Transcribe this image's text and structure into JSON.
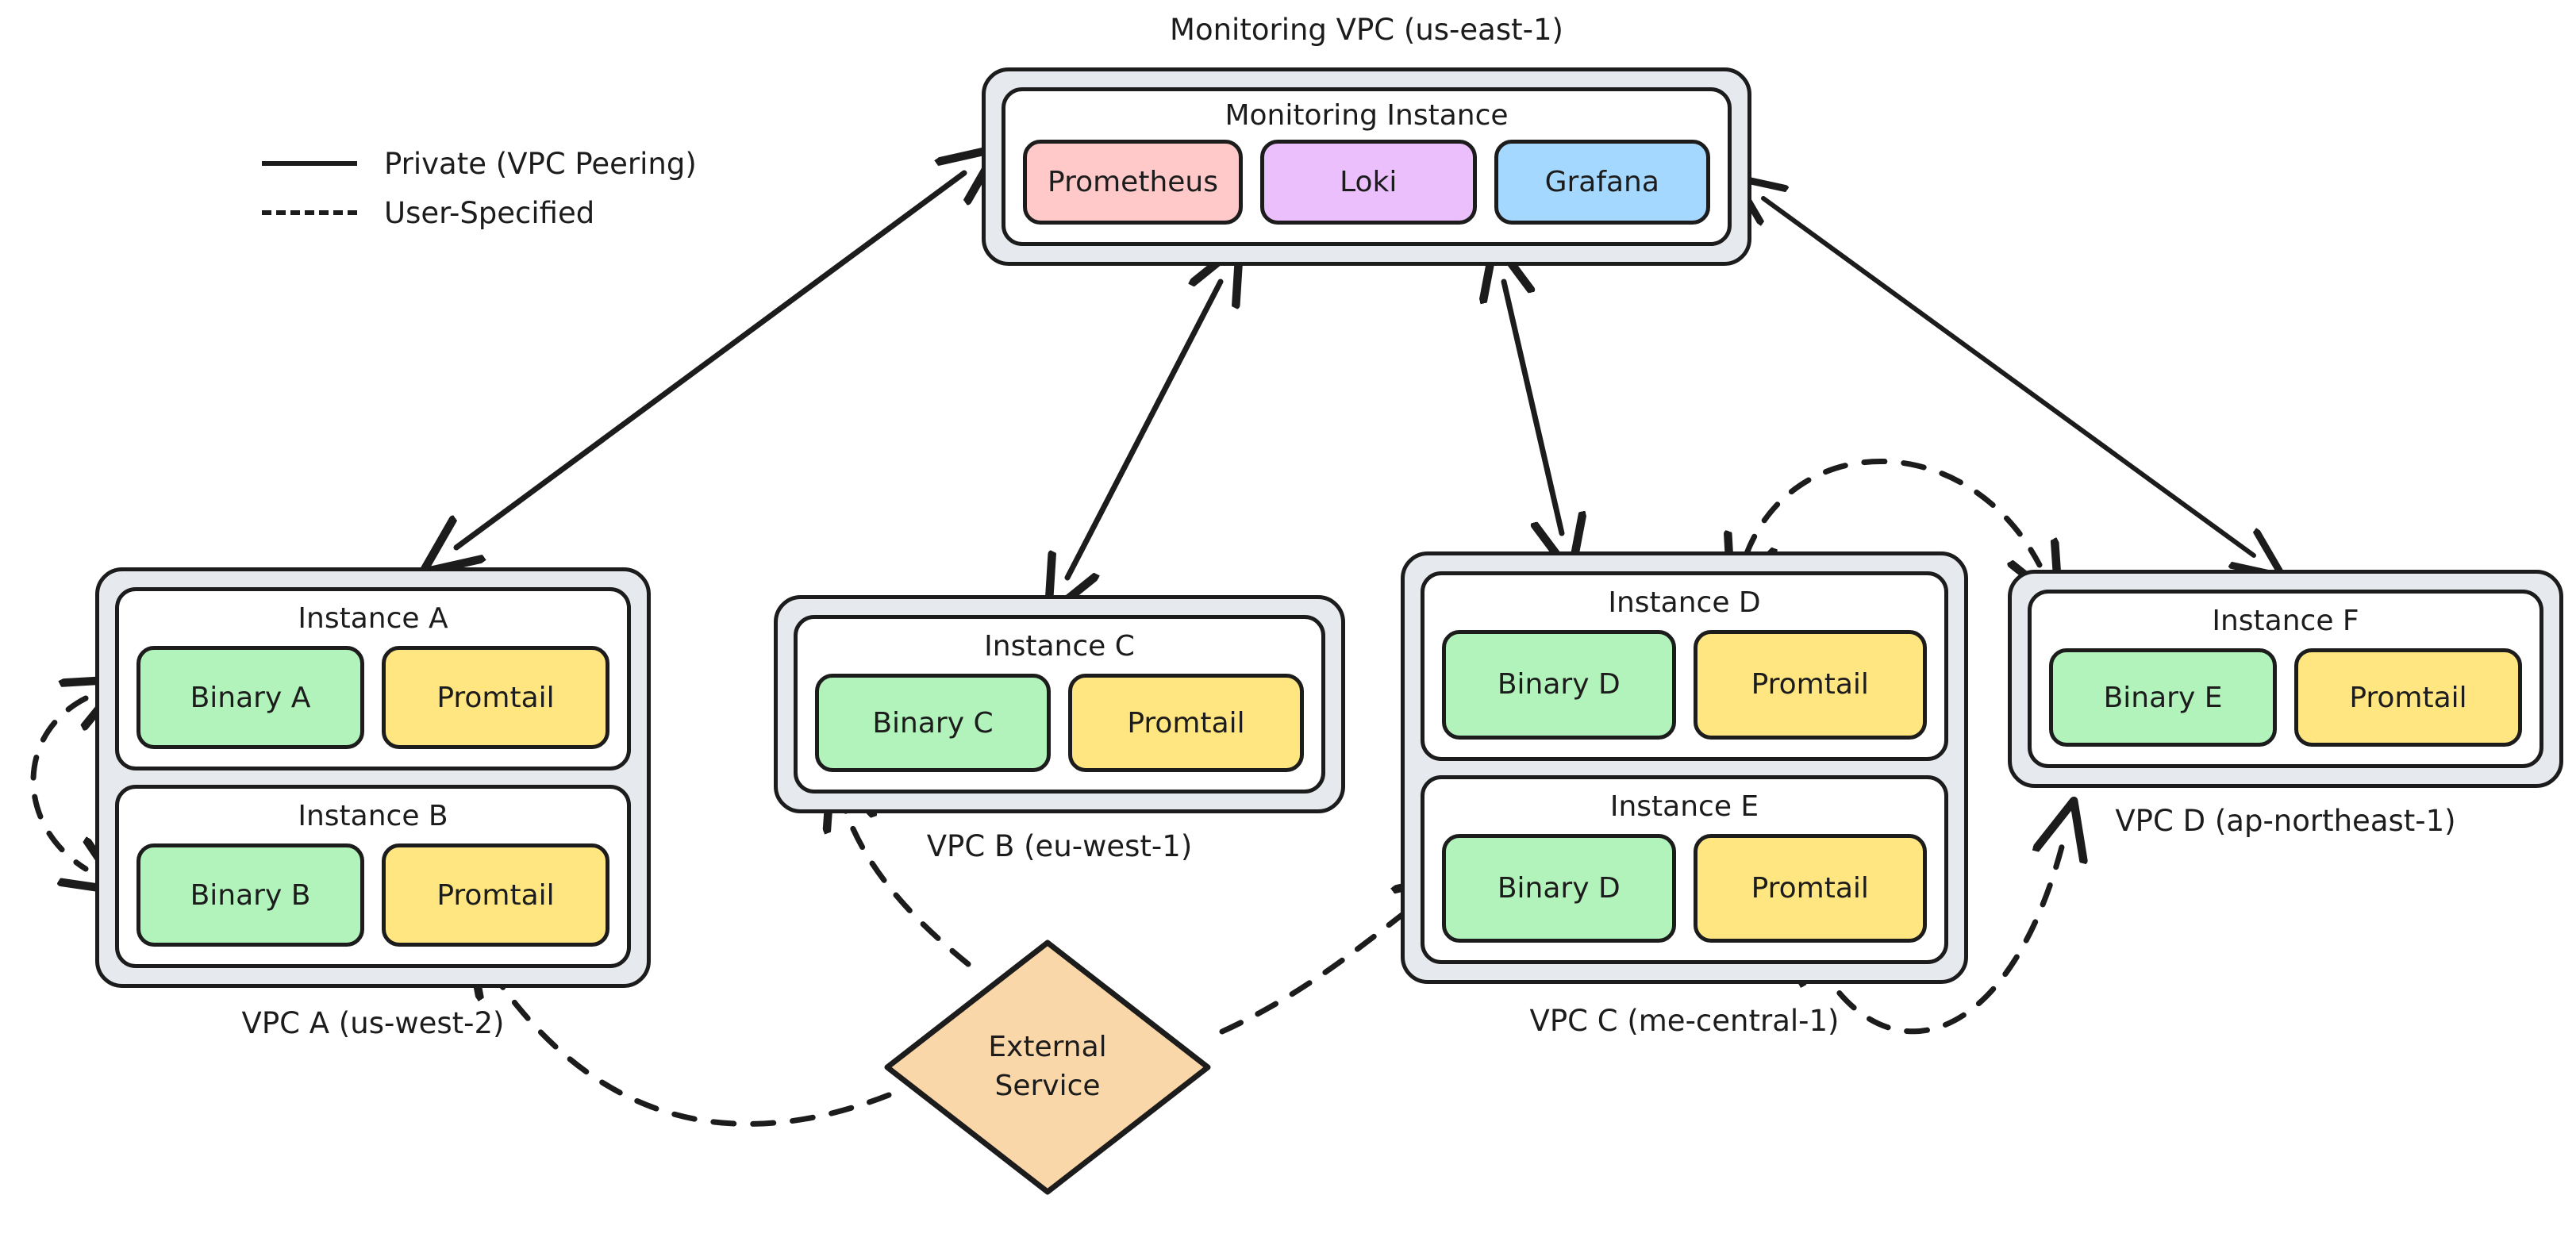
{
  "legend": {
    "items": [
      {
        "style": "solid",
        "label": "Private (VPC Peering)"
      },
      {
        "style": "dashed",
        "label": "User-Specified"
      }
    ]
  },
  "monitoring_vpc": {
    "label": "Monitoring VPC (us-east-1)",
    "instance": {
      "title": "Monitoring Instance",
      "services": [
        {
          "name": "Prometheus",
          "color": "#ffc9c9"
        },
        {
          "name": "Loki",
          "color": "#eabffb"
        },
        {
          "name": "Grafana",
          "color": "#a5d8ff"
        }
      ]
    }
  },
  "vpcs": [
    {
      "id": "vpc-a",
      "label": "VPC A (us-west-2)",
      "instances": [
        {
          "title": "Instance A",
          "services": [
            {
              "name": "Binary A",
              "color": "#b2f2bb"
            },
            {
              "name": "Promtail",
              "color": "#ffe680"
            }
          ]
        },
        {
          "title": "Instance B",
          "services": [
            {
              "name": "Binary B",
              "color": "#b2f2bb"
            },
            {
              "name": "Promtail",
              "color": "#ffe680"
            }
          ]
        }
      ]
    },
    {
      "id": "vpc-b",
      "label": "VPC B (eu-west-1)",
      "instances": [
        {
          "title": "Instance C",
          "services": [
            {
              "name": "Binary C",
              "color": "#b2f2bb"
            },
            {
              "name": "Promtail",
              "color": "#ffe680"
            }
          ]
        }
      ]
    },
    {
      "id": "vpc-c",
      "label": "VPC C (me-central-1)",
      "instances": [
        {
          "title": "Instance D",
          "services": [
            {
              "name": "Binary D",
              "color": "#b2f2bb"
            },
            {
              "name": "Promtail",
              "color": "#ffe680"
            }
          ]
        },
        {
          "title": "Instance E",
          "services": [
            {
              "name": "Binary D",
              "color": "#b2f2bb"
            },
            {
              "name": "Promtail",
              "color": "#ffe680"
            }
          ]
        }
      ]
    },
    {
      "id": "vpc-d",
      "label": "VPC D (ap-northeast-1)",
      "instances": [
        {
          "title": "Instance F",
          "services": [
            {
              "name": "Binary E",
              "color": "#b2f2bb"
            },
            {
              "name": "Promtail",
              "color": "#ffe680"
            }
          ]
        }
      ]
    }
  ],
  "external_service": {
    "line1": "External",
    "line2": "Service",
    "color": "#fad7a8"
  },
  "colors": {
    "stroke": "#1c1c1c",
    "vpc_fill": "#e6eaee",
    "instance_fill": "#ffffff",
    "binary": "#b2f2bb",
    "promtail": "#ffe680",
    "prometheus": "#ffc9c9",
    "loki": "#eabffb",
    "grafana": "#a5d8ff",
    "external": "#fad7a8",
    "background": "#ffffff"
  },
  "connections": [
    {
      "from": "monitoring-vpc",
      "to": "vpc-a",
      "style": "solid",
      "direction": "both"
    },
    {
      "from": "monitoring-vpc",
      "to": "vpc-b",
      "style": "solid",
      "direction": "both"
    },
    {
      "from": "monitoring-vpc",
      "to": "vpc-c",
      "style": "solid",
      "direction": "both"
    },
    {
      "from": "monitoring-vpc",
      "to": "vpc-d",
      "style": "solid",
      "direction": "both"
    },
    {
      "from": "instance-a",
      "to": "instance-b",
      "style": "dashed",
      "direction": "both"
    },
    {
      "from": "vpc-c",
      "to": "vpc-d",
      "style": "dashed",
      "direction": "both"
    },
    {
      "from": "vpc-c",
      "to": "vpc-d",
      "style": "dashed",
      "direction": "both"
    },
    {
      "from": "external-service",
      "to": "vpc-a",
      "style": "dashed",
      "direction": "one"
    },
    {
      "from": "external-service",
      "to": "vpc-b",
      "style": "dashed",
      "direction": "one"
    },
    {
      "from": "external-service",
      "to": "vpc-c",
      "style": "dashed",
      "direction": "one"
    }
  ]
}
